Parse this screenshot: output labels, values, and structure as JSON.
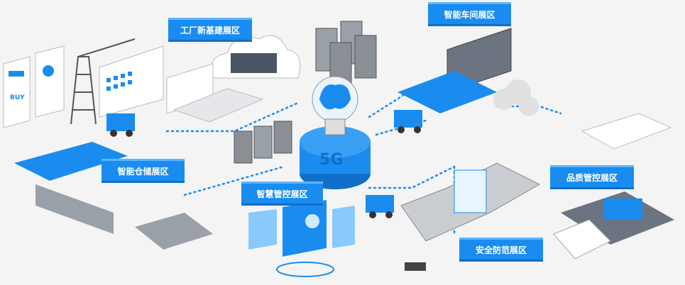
{
  "zones": {
    "factory_infrastructure": "工厂新基建展区",
    "smart_workshop": "智能车间展区",
    "smart_warehouse": "智能仓储展区",
    "smart_control": "智慧管控展区",
    "quality_control": "品质管控展区",
    "security": "安全防范展区"
  },
  "center": {
    "badge": "5G"
  },
  "poster": {
    "text": "BUY"
  },
  "colors": {
    "accent": "#1a8cf0",
    "dark_accent": "#0f6fc8",
    "background": "#f4f4f5",
    "gray": "#8a8f96"
  }
}
